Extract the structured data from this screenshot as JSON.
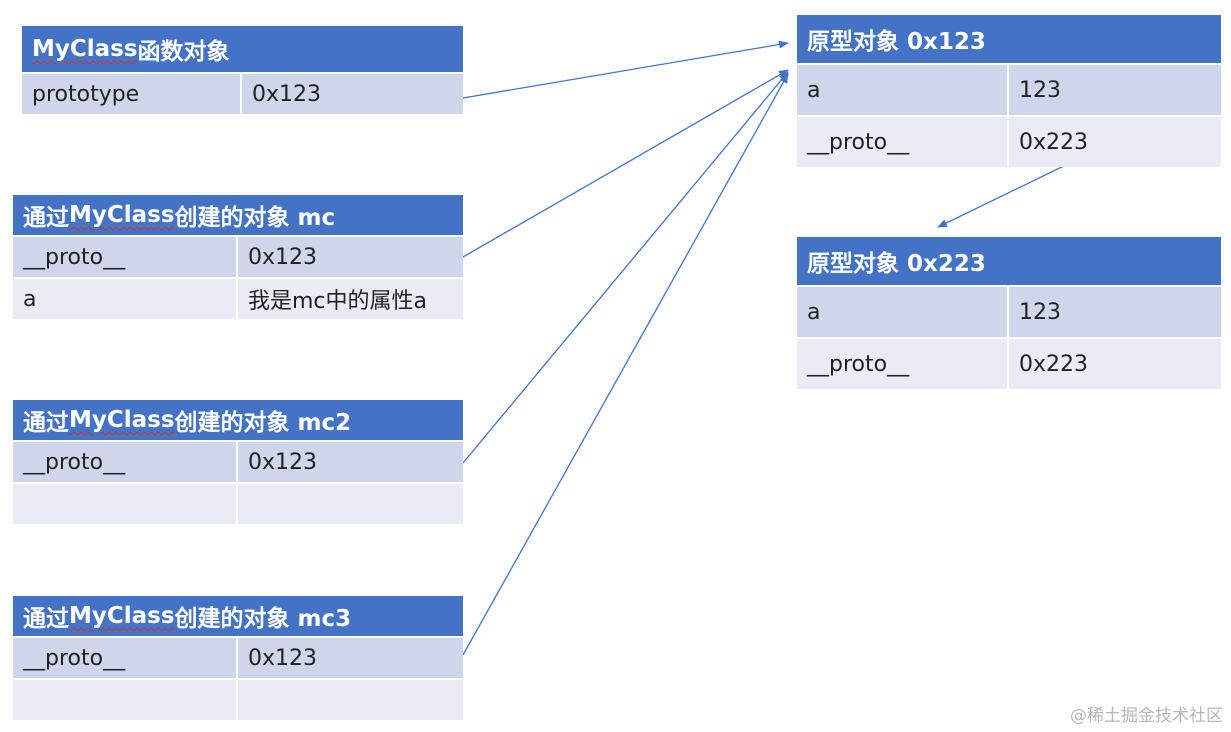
{
  "colors": {
    "header": "#4472c4",
    "row_dark": "#cfd5ea",
    "row_light": "#e9ebf5",
    "arrow": "#4472c4"
  },
  "myclass": {
    "title_prefix": "MyClass",
    "title_suffix": "函数对象",
    "rows": [
      {
        "key": "prototype",
        "value": "0x123"
      }
    ]
  },
  "mc": {
    "title_pre": "通过",
    "title_cls": "MyClass",
    "title_post": "创建的对象 mc",
    "rows": [
      {
        "key": "__proto__",
        "value": "0x123"
      },
      {
        "key": "a",
        "value": "我是mc中的属性a"
      }
    ]
  },
  "mc2": {
    "title_pre": "通过",
    "title_cls": "MyClass",
    "title_post": "创建的对象 mc2",
    "rows": [
      {
        "key": "__proto__",
        "value": "0x123"
      },
      {
        "key": "",
        "value": ""
      }
    ]
  },
  "mc3": {
    "title_pre": "通过",
    "title_cls": "MyClass",
    "title_post": "创建的对象 mc3",
    "rows": [
      {
        "key": "__proto__",
        "value": "0x123"
      },
      {
        "key": "",
        "value": ""
      }
    ]
  },
  "proto123": {
    "title": "原型对象 0x123",
    "rows": [
      {
        "key": "a",
        "value": "123"
      },
      {
        "key": "__proto__",
        "value": "0x223"
      }
    ]
  },
  "proto223": {
    "title": "原型对象 0x223",
    "rows": [
      {
        "key": "a",
        "value": "123"
      },
      {
        "key": "__proto__",
        "value": "0x223"
      }
    ]
  },
  "watermark": "@稀土掘金技术社区"
}
